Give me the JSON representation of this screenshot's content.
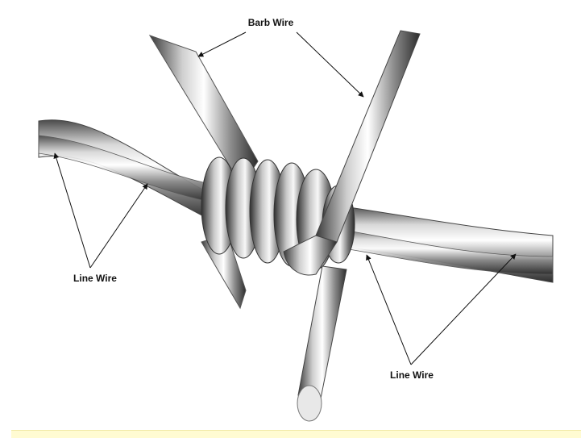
{
  "labels": {
    "barb_wire": "Barb Wire",
    "line_wire_left": "Line Wire",
    "line_wire_right": "Line Wire"
  },
  "colors": {
    "background": "#ffffff",
    "metal_light": "#f4f4f4",
    "metal_mid": "#a9a9a9",
    "metal_dark": "#3c3c3c",
    "footer_strip": "#fffbd2"
  }
}
